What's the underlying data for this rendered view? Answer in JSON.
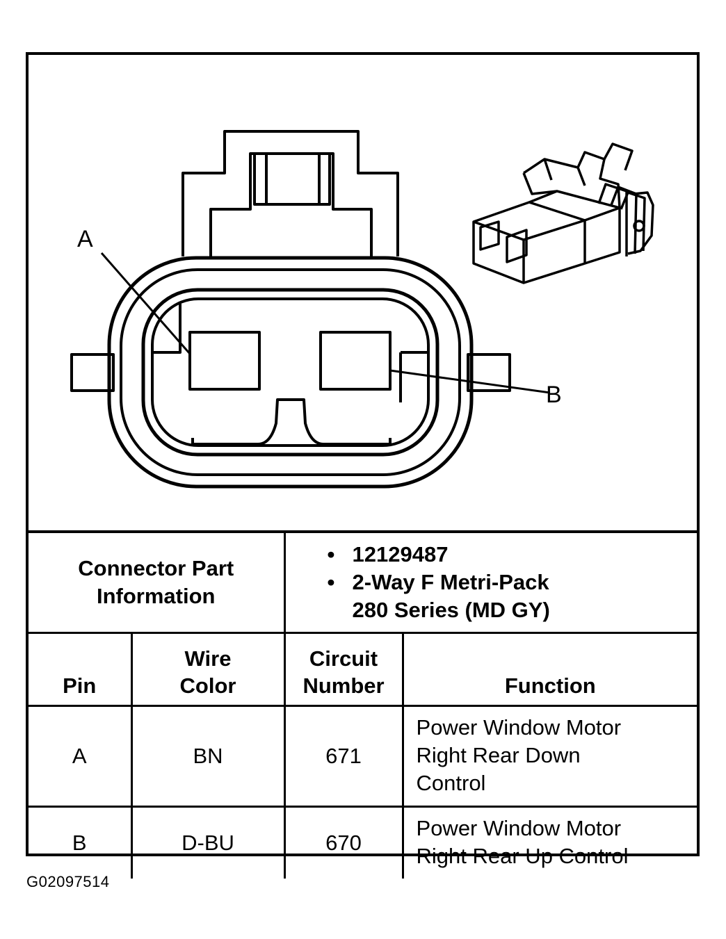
{
  "callouts": {
    "pin_a": "A",
    "pin_b": "B"
  },
  "connector_info": {
    "label_line1": "Connector Part",
    "label_line2": "Information",
    "part_number": "12129487",
    "description_line1": "2-Way F Metri-Pack",
    "description_line2": "280 Series (MD GY)",
    "bullet": "•"
  },
  "table": {
    "headers": {
      "pin": "Pin",
      "wire_color_line1": "Wire",
      "wire_color_line2": "Color",
      "circuit_line1": "Circuit",
      "circuit_line2": "Number",
      "function": "Function"
    },
    "rows": [
      {
        "pin": "A",
        "wire_color": "BN",
        "circuit": "671",
        "function_lines": [
          "Power Window Motor",
          "Right Rear Down",
          "Control"
        ]
      },
      {
        "pin": "B",
        "wire_color": "D-BU",
        "circuit": "670",
        "function_lines": [
          "Power Window Motor",
          "Right Rear Up Control"
        ]
      }
    ]
  },
  "figure_code": "G02097514"
}
